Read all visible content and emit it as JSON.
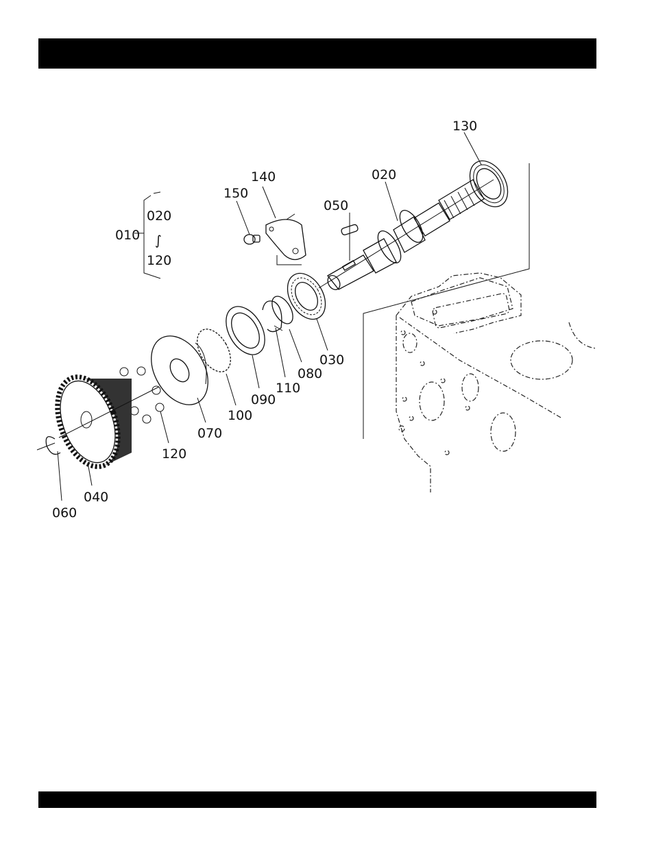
{
  "group": {
    "assembly": "010",
    "from": "020",
    "range_mark": "∫",
    "to": "120"
  },
  "callouts": {
    "p130": "130",
    "p140": "140",
    "p150": "150",
    "p050": "050",
    "p020": "020",
    "p030": "030",
    "p080": "080",
    "p110": "110",
    "p090": "090",
    "p100": "100",
    "p070": "070",
    "p120": "120",
    "p040": "040",
    "p060": "060"
  }
}
